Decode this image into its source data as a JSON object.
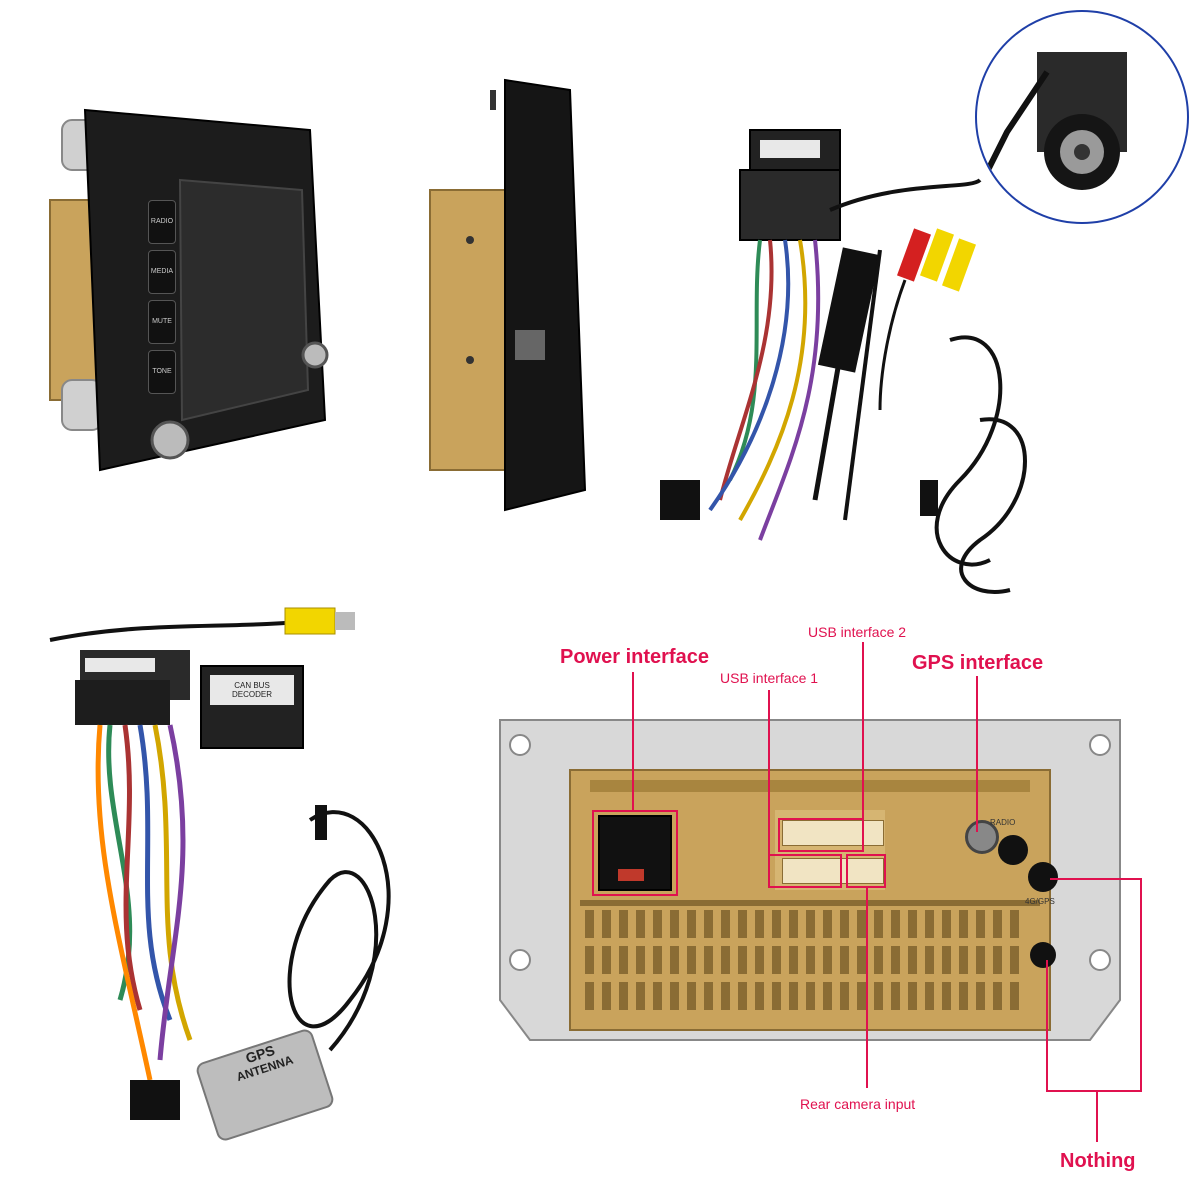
{
  "unit_buttons": {
    "radio": "RADIO",
    "media": "MEDIA",
    "mute": "MUTE",
    "tone": "TONE"
  },
  "callouts": {
    "power": "Power interface",
    "usb1": "USB interface 1",
    "usb2": "USB interface 2",
    "gps": "GPS interface",
    "rear_camera": "Rear camera input",
    "nothing": "Nothing"
  },
  "back_panel_marks": {
    "radio": "RADIO",
    "gps": "4G/GPS"
  },
  "gps_antenna": {
    "label_line1": "GPS",
    "label_line2": "ANTENNA"
  },
  "canbus_box": {
    "label": "CAN BUS DECODER"
  },
  "colors": {
    "accent": "#e0114f",
    "chassis": "#c9a35c",
    "unit_body": "#1a1a1a",
    "cable": "#111111",
    "rca_yellow": "#f2d600",
    "rca_red": "#d42020",
    "plate": "#d8d8d8"
  }
}
